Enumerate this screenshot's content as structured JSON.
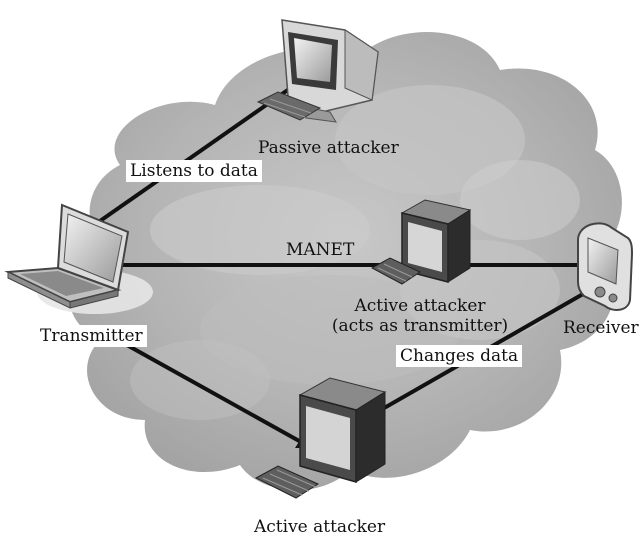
{
  "diagram": {
    "network_label": "MANET",
    "nodes": {
      "transmitter": {
        "label": "Transmitter"
      },
      "receiver": {
        "label": "Receiver"
      },
      "passive_attacker": {
        "label": "Passive attacker"
      },
      "active_attacker_middle": {
        "label_line1": "Active attacker",
        "label_line2": "(acts as transmitter)"
      },
      "active_attacker_bottom": {
        "label": "Active attacker"
      }
    },
    "edges": {
      "listens": {
        "label": "Listens to data"
      },
      "changes": {
        "label": "Changes data"
      }
    }
  },
  "colors": {
    "cloud": "#b8b8b8",
    "cloud_light": "#d6d6d6",
    "line": "#111111",
    "label_bg": "#ffffff"
  },
  "icons": {
    "transmitter": "laptop-icon",
    "receiver": "pda-icon",
    "passive_attacker": "crt-monitor-icon",
    "active_attacker": "desktop-computer-icon"
  }
}
